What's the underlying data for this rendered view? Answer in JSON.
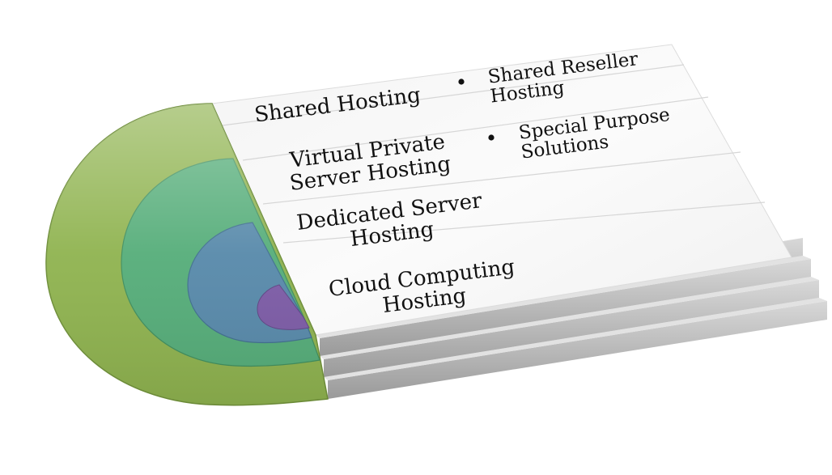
{
  "diagram": {
    "levels": [
      {
        "label_lines": [
          "Shared Hosting"
        ],
        "color": "#8fb34f",
        "sub_items": [
          {
            "label_lines": [
              "Shared Reseller",
              "Hosting"
            ]
          }
        ]
      },
      {
        "label_lines": [
          "Virtual Private",
          "Server Hosting"
        ],
        "color": "#55ad79",
        "sub_items": [
          {
            "label_lines": [
              "Special Purpose",
              "Solutions"
            ]
          }
        ]
      },
      {
        "label_lines": [
          "Dedicated Server",
          "Hosting"
        ],
        "color": "#5789aa",
        "sub_items": []
      },
      {
        "label_lines": [
          "Cloud Computing",
          "Hosting"
        ],
        "color": "#7c5ba6",
        "sub_items": []
      }
    ]
  }
}
